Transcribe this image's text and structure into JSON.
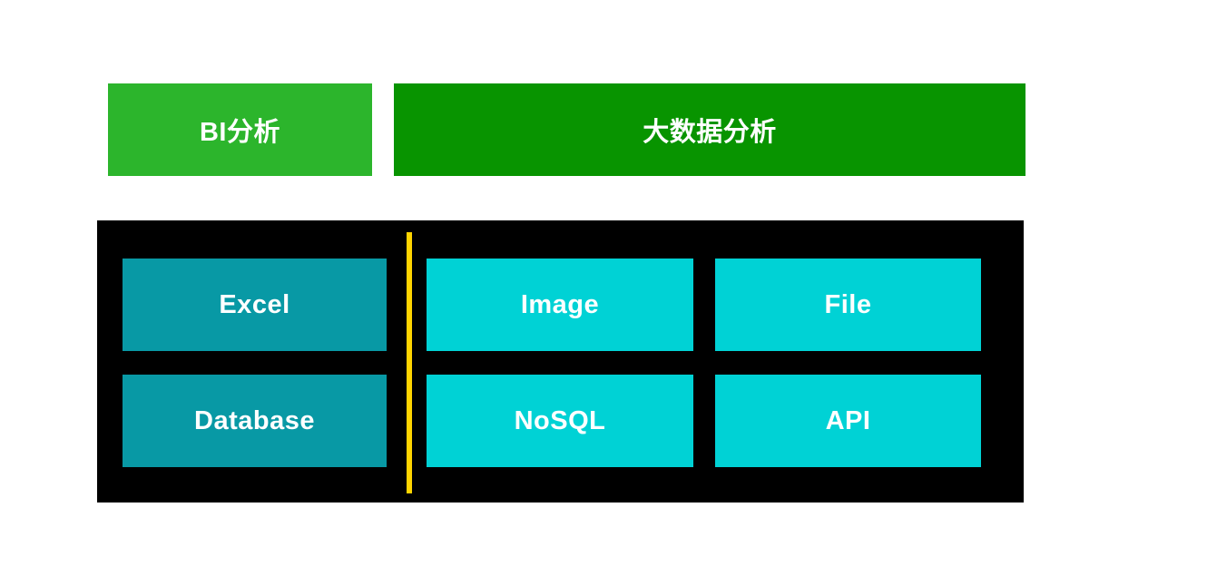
{
  "top_row": {
    "bi_label": "BI分析",
    "bigdata_label": "大数据分析"
  },
  "sources": {
    "left": [
      {
        "label": "Excel"
      },
      {
        "label": "Database"
      }
    ],
    "right": [
      {
        "label": "Image"
      },
      {
        "label": "File"
      },
      {
        "label": "NoSQL"
      },
      {
        "label": "API"
      }
    ]
  },
  "colors": {
    "background": "#ffffff",
    "bi_green": "#2cb52c",
    "bigdata_green": "#089400",
    "source_teal": "#0899a5",
    "source_cyan": "#00d2d5",
    "container_black": "#000000",
    "divider_yellow": "#ffd400",
    "label_text": "#ffffff"
  }
}
